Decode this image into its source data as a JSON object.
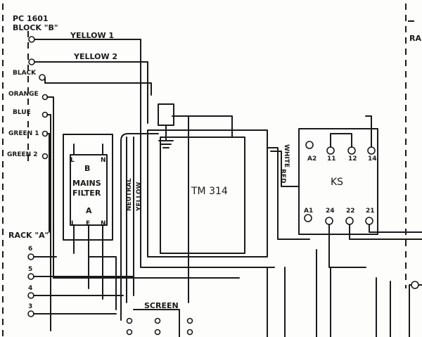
{
  "pc": {
    "line1": "PC 1601",
    "line2": "BLOCK \"B\""
  },
  "wires": {
    "yellow1": "YELLOW 1",
    "yellow2": "YELLOW 2",
    "black": "BLACK",
    "orange": "ORANGE",
    "blue": "BLUE",
    "green1": "GREEN 1",
    "green2": "GREEN 2",
    "screen": "SCREEN",
    "white": "WHITE",
    "red": "RED"
  },
  "filter": {
    "b": "B",
    "main": "MAINS",
    "sub": "FILTER",
    "a": "A",
    "l_top": "L",
    "n_top": "N",
    "l_bot": "L",
    "e_bot": "E",
    "n_bot": "N"
  },
  "transformer": {
    "label": "TM 314"
  },
  "relay": {
    "label": "KS",
    "top_pins": [
      "A2",
      "11",
      "12",
      "14"
    ],
    "bottom_pins": [
      "A1",
      "24",
      "22",
      "21"
    ]
  },
  "rack": {
    "label": "RACK \"A\"",
    "terminals": [
      "6",
      "5",
      "4",
      "3"
    ]
  },
  "edge": {
    "right": "RA"
  },
  "vertical_labels": {
    "mid1": "NEUTRAL",
    "mid2": "YELLOW"
  }
}
